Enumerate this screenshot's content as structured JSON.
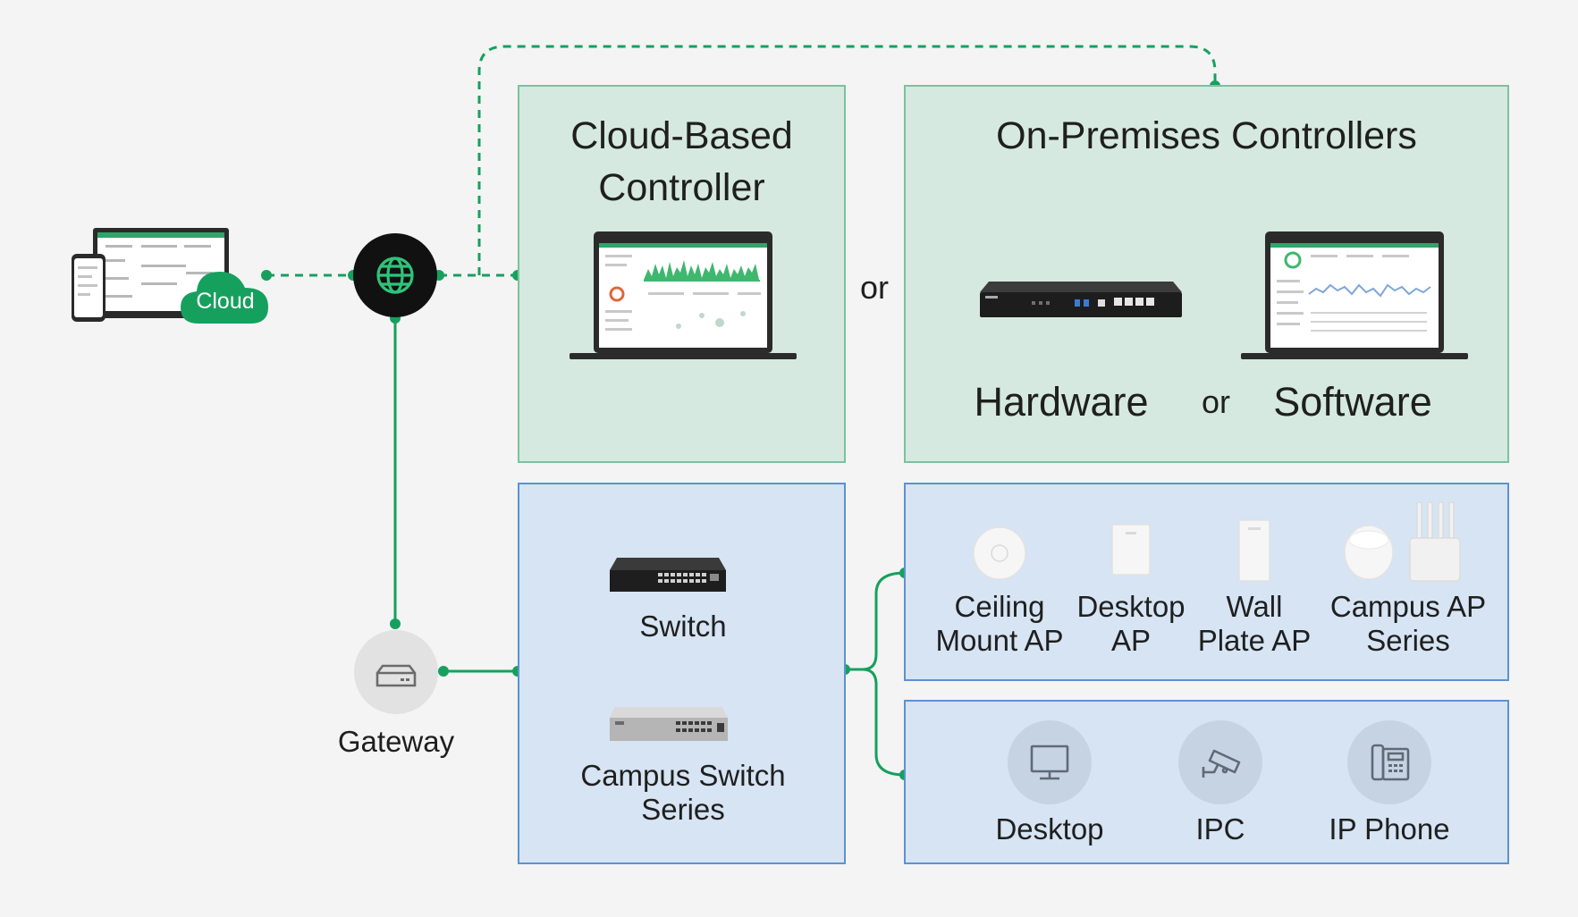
{
  "internet": {
    "cloud_label": "Cloud",
    "icon": "globe-icon"
  },
  "cloud_controller": {
    "title_line1": "Cloud-Based",
    "title_line2": "Controller"
  },
  "separators": {
    "or_main": "or",
    "or_inner": "or"
  },
  "onprem": {
    "title": "On-Premises Controllers",
    "hardware_label": "Hardware",
    "software_label": "Software"
  },
  "gateway": {
    "label": "Gateway"
  },
  "switches": {
    "switch_label": "Switch",
    "campus_line1": "Campus Switch",
    "campus_line2": "Series"
  },
  "access_points": {
    "items": [
      {
        "line1": "Ceiling",
        "line2": "Mount AP"
      },
      {
        "line1": "Desktop",
        "line2": "AP"
      },
      {
        "line1": "Wall",
        "line2": "Plate AP"
      },
      {
        "line1": "Campus AP",
        "line2": "Series"
      }
    ]
  },
  "endpoints": {
    "items": [
      {
        "label": "Desktop",
        "icon": "monitor-icon"
      },
      {
        "label": "IPC",
        "icon": "camera-icon"
      },
      {
        "label": "IP Phone",
        "icon": "phone-icon"
      }
    ]
  },
  "colors": {
    "line_green": "#16a05e",
    "box_green_fill": "#d5e9e0",
    "box_green_border": "#7cc19f",
    "box_blue_fill": "#d6e4f3",
    "box_blue_border": "#5b93d1",
    "globe_circle": "#111111",
    "cloud_green": "#16a05e"
  }
}
